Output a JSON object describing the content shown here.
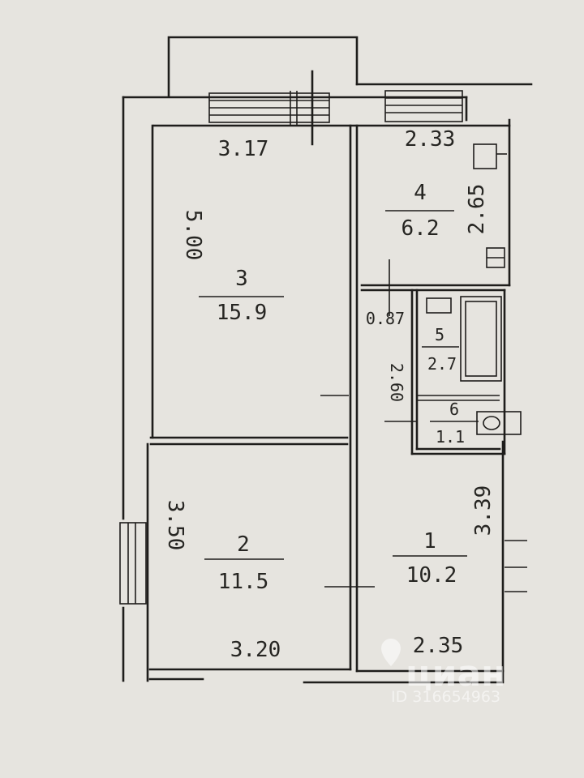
{
  "rooms": [
    {
      "id": "3",
      "number": "3",
      "area": "15.9"
    },
    {
      "id": "4",
      "number": "4",
      "area": "6.2"
    },
    {
      "id": "5",
      "number": "5",
      "area": "2.7"
    },
    {
      "id": "6",
      "number": "6",
      "area": "1.1"
    },
    {
      "id": "2",
      "number": "2",
      "area": "11.5"
    },
    {
      "id": "1",
      "number": "1",
      "area": "10.2"
    }
  ],
  "dimensions": {
    "room3_width": "3.17",
    "room3_length": "5.00",
    "room4_width": "2.33",
    "room4_length": "2.65",
    "passage_width": "0.87",
    "passage_length": "2.60",
    "room2_length": "3.50",
    "room2_width": "3.20",
    "room1_length": "3.39",
    "room1_width": "2.35"
  },
  "watermark": {
    "brand": "циан",
    "id_text": "ID 316654963"
  }
}
